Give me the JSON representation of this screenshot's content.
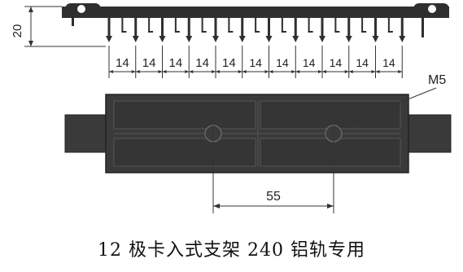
{
  "diagram": {
    "height_dim": "20",
    "pitch_dims": [
      "14",
      "14",
      "14",
      "14",
      "14",
      "14",
      "14",
      "14",
      "14",
      "14",
      "14"
    ],
    "thread_label": "M5",
    "hole_spacing_dim": "55"
  },
  "caption": "12 极卡入式支架 240 铝轨专用",
  "colors": {
    "part_fill": "#3a3a3a",
    "part_stroke": "#222222",
    "dim_line": "#333333",
    "background": "#ffffff"
  }
}
